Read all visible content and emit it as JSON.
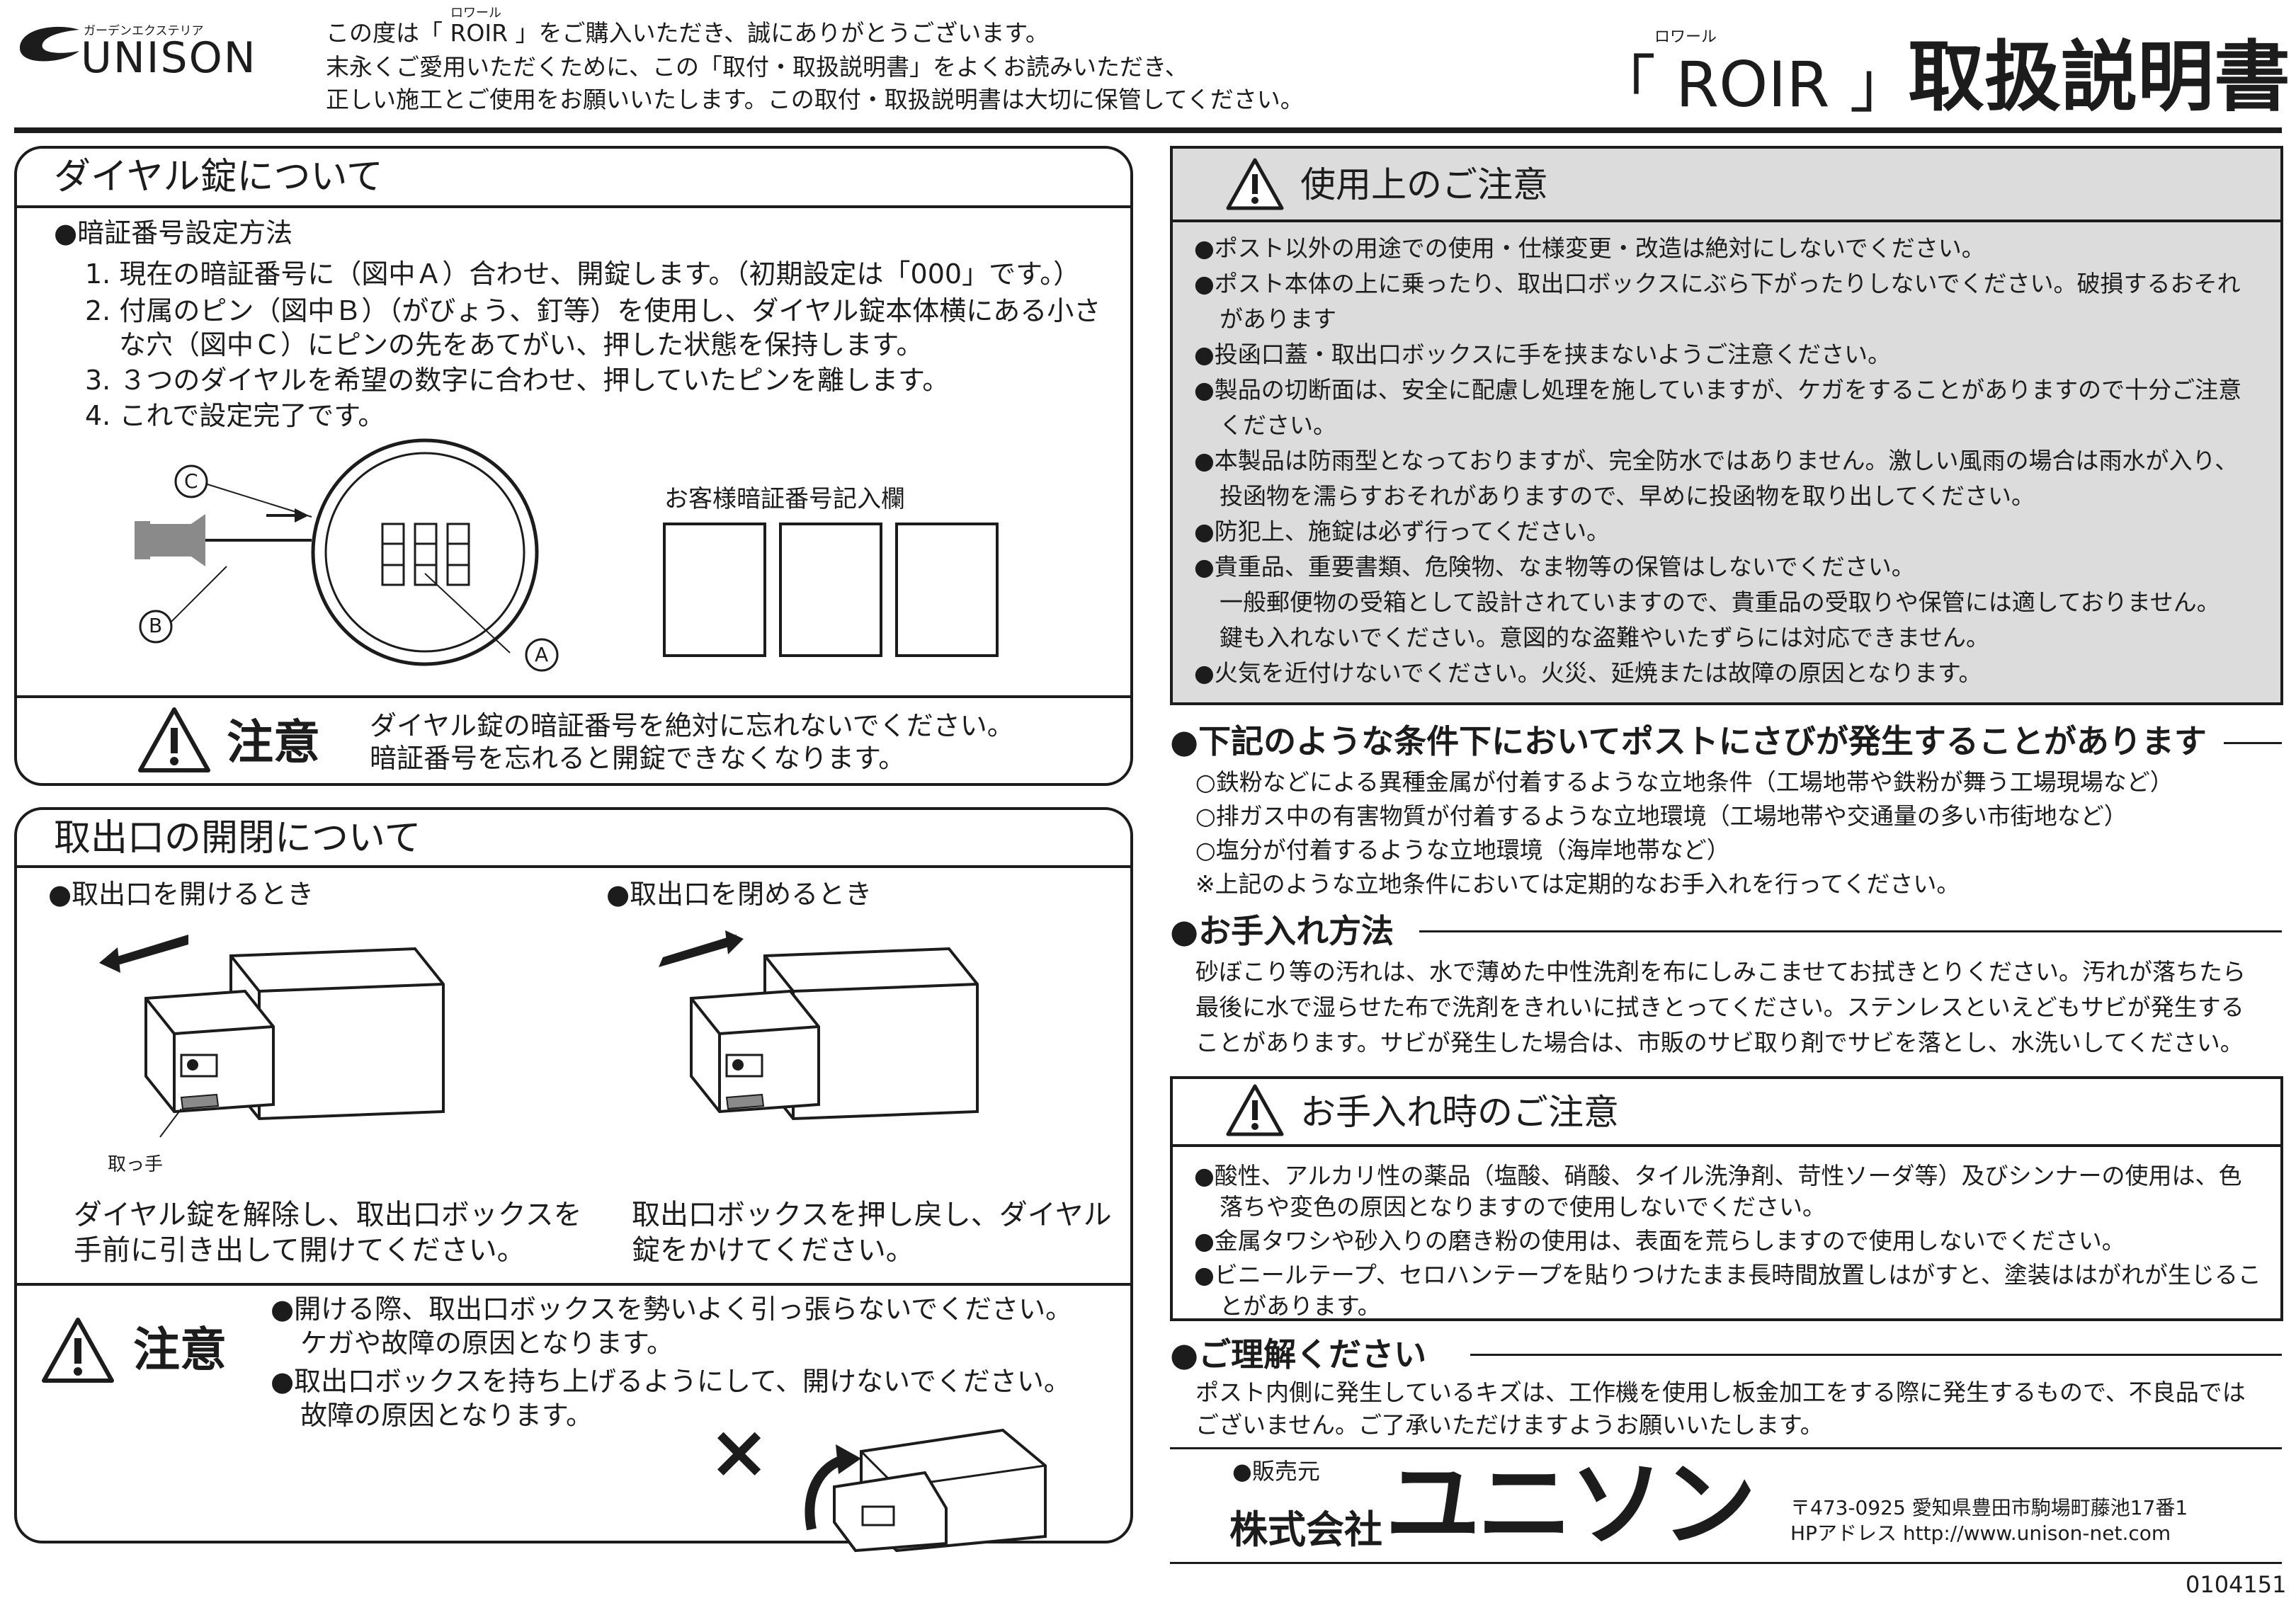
{
  "header": {
    "brand_tagline": "ガーデンエクステリア",
    "brand_name": "UNISON",
    "intro_ruby": "ロワール",
    "intro_lines": [
      "この度は「 ROIR 」をご購入いただき、誠にありがとうございます。",
      "末永くご愛用いただくために、この「取付・取扱説明書」をよくお読みいただき、",
      "正しい施工とご使用をお願いいたします。この取付・取扱説明書は大切に保管してください。"
    ],
    "title_ruby": "ロワール",
    "title_product": "「 ROIR 」",
    "title_main": "取扱説明書"
  },
  "dial": {
    "title": "ダイヤル錠について",
    "method_heading": "●暗証番号設定方法",
    "steps": [
      "1. 現在の暗証番号に（図中Ａ）合わせ、開錠します。（初期設定は「000」です。）",
      "2. 付属のピン（図中Ｂ）（がびょう、釘等）を使用し、ダイヤル錠本体横にある小さ",
      "な穴（図中Ｃ）にピンの先をあてがい、押した状態を保持します。",
      "3. ３つのダイヤルを希望の数字に合わせ、押していたピンを離します。",
      "4. これで設定完了です。"
    ],
    "label_a": "A",
    "label_b": "B",
    "label_c": "C",
    "memo_label": "お客様暗証番号記入欄",
    "caution_word": "注意",
    "caution_lines": [
      "ダイヤル錠の暗証番号を絶対に忘れないでください。",
      "暗証番号を忘れると開錠できなくなります。"
    ]
  },
  "opening": {
    "title": "取出口の開閉について",
    "open_heading": "●取出口を開けるとき",
    "close_heading": "●取出口を閉めるとき",
    "handle_label": "取っ手",
    "open_desc": [
      "ダイヤル錠を解除し、取出口ボックスを",
      "手前に引き出して開けてください。"
    ],
    "close_desc": [
      "取出口ボックスを押し戻し、ダイヤル",
      "錠をかけてください。"
    ],
    "caution_word": "注意",
    "caution_lines": [
      "●開ける際、取出口ボックスを勢いよく引っ張らないでください。",
      "ケガや故障の原因となります。",
      "●取出口ボックスを持ち上げるようにして、開けないでください。",
      "故障の原因となります。"
    ],
    "x_mark": "×"
  },
  "usage": {
    "title": "使用上のご注意",
    "lines": [
      "●ポスト以外の用途での使用・仕様変更・改造は絶対にしないでください。",
      "●ポスト本体の上に乗ったり、取出口ボックスにぶら下がったりしないでください。破損するおそれ",
      "があります",
      "●投函口蓋・取出口ボックスに手を挟まないようご注意ください。",
      "●製品の切断面は、安全に配慮し処理を施していますが、ケガをすることがありますので十分ご注意",
      "ください。",
      "●本製品は防雨型となっておりますが、完全防水ではありません。激しい風雨の場合は雨水が入り、",
      "投函物を濡らすおそれがありますので、早めに投函物を取り出してください。",
      "●防犯上、施錠は必ず行ってください。",
      "●貴重品、重要書類、危険物、なま物等の保管はしないでください。",
      "一般郵便物の受箱として設計されていますので、貴重品の受取りや保管には適しておりません。",
      "鍵も入れないでください。意図的な盗難やいたずらには対応できません。",
      "●火気を近付けないでください。火災、延焼または故障の原因となります。"
    ]
  },
  "rust": {
    "heading": "●下記のような条件下においてポストにさびが発生することがあります",
    "lines": [
      "○鉄粉などによる異種金属が付着するような立地条件（工場地帯や鉄粉が舞う工場現場など）",
      "○排ガス中の有害物質が付着するような立地環境（工場地帯や交通量の多い市街地など）",
      "○塩分が付着するような立地環境（海岸地帯など）",
      "※上記のような立地条件においては定期的なお手入れを行ってください。"
    ]
  },
  "care": {
    "heading": "●お手入れ方法",
    "lines": [
      "砂ぼこり等の汚れは、水で薄めた中性洗剤を布にしみこませてお拭きとりください。汚れが落ちたら",
      "最後に水で湿らせた布で洗剤をきれいに拭きとってください。ステンレスといえどもサビが発生する",
      "ことがあります。サビが発生した場合は、市販のサビ取り剤でサビを落とし、水洗いしてください。"
    ]
  },
  "care_caution": {
    "title": "お手入れ時のご注意",
    "lines": [
      "●酸性、アルカリ性の薬品（塩酸、硝酸、タイル洗浄剤、苛性ソーダ等）及びシンナーの使用は、色",
      "落ちや変色の原因となりますので使用しないでください。",
      "●金属タワシや砂入りの磨き粉の使用は、表面を荒らしますので使用しないでください。",
      "●ビニールテープ、セロハンテープを貼りつけたまま長時間放置しはがすと、塗装ははがれが生じるこ",
      "とがあります。"
    ]
  },
  "understand": {
    "heading": "●ご理解ください",
    "lines": [
      "ポスト内側に発生しているキズは、工作機を使用し板金加工をする際に発生するもので、不良品では",
      "ございません。ご了承いただけますようお願いいたします。"
    ]
  },
  "seller": {
    "label": "●販売元",
    "company_prefix": "株式会社",
    "company_name": "ユニソン",
    "address": "〒473-0925 愛知県豊田市駒場町藤池17番1",
    "hp": "HPアドレス http://www.unison-net.com"
  },
  "doc_number": "0104151"
}
